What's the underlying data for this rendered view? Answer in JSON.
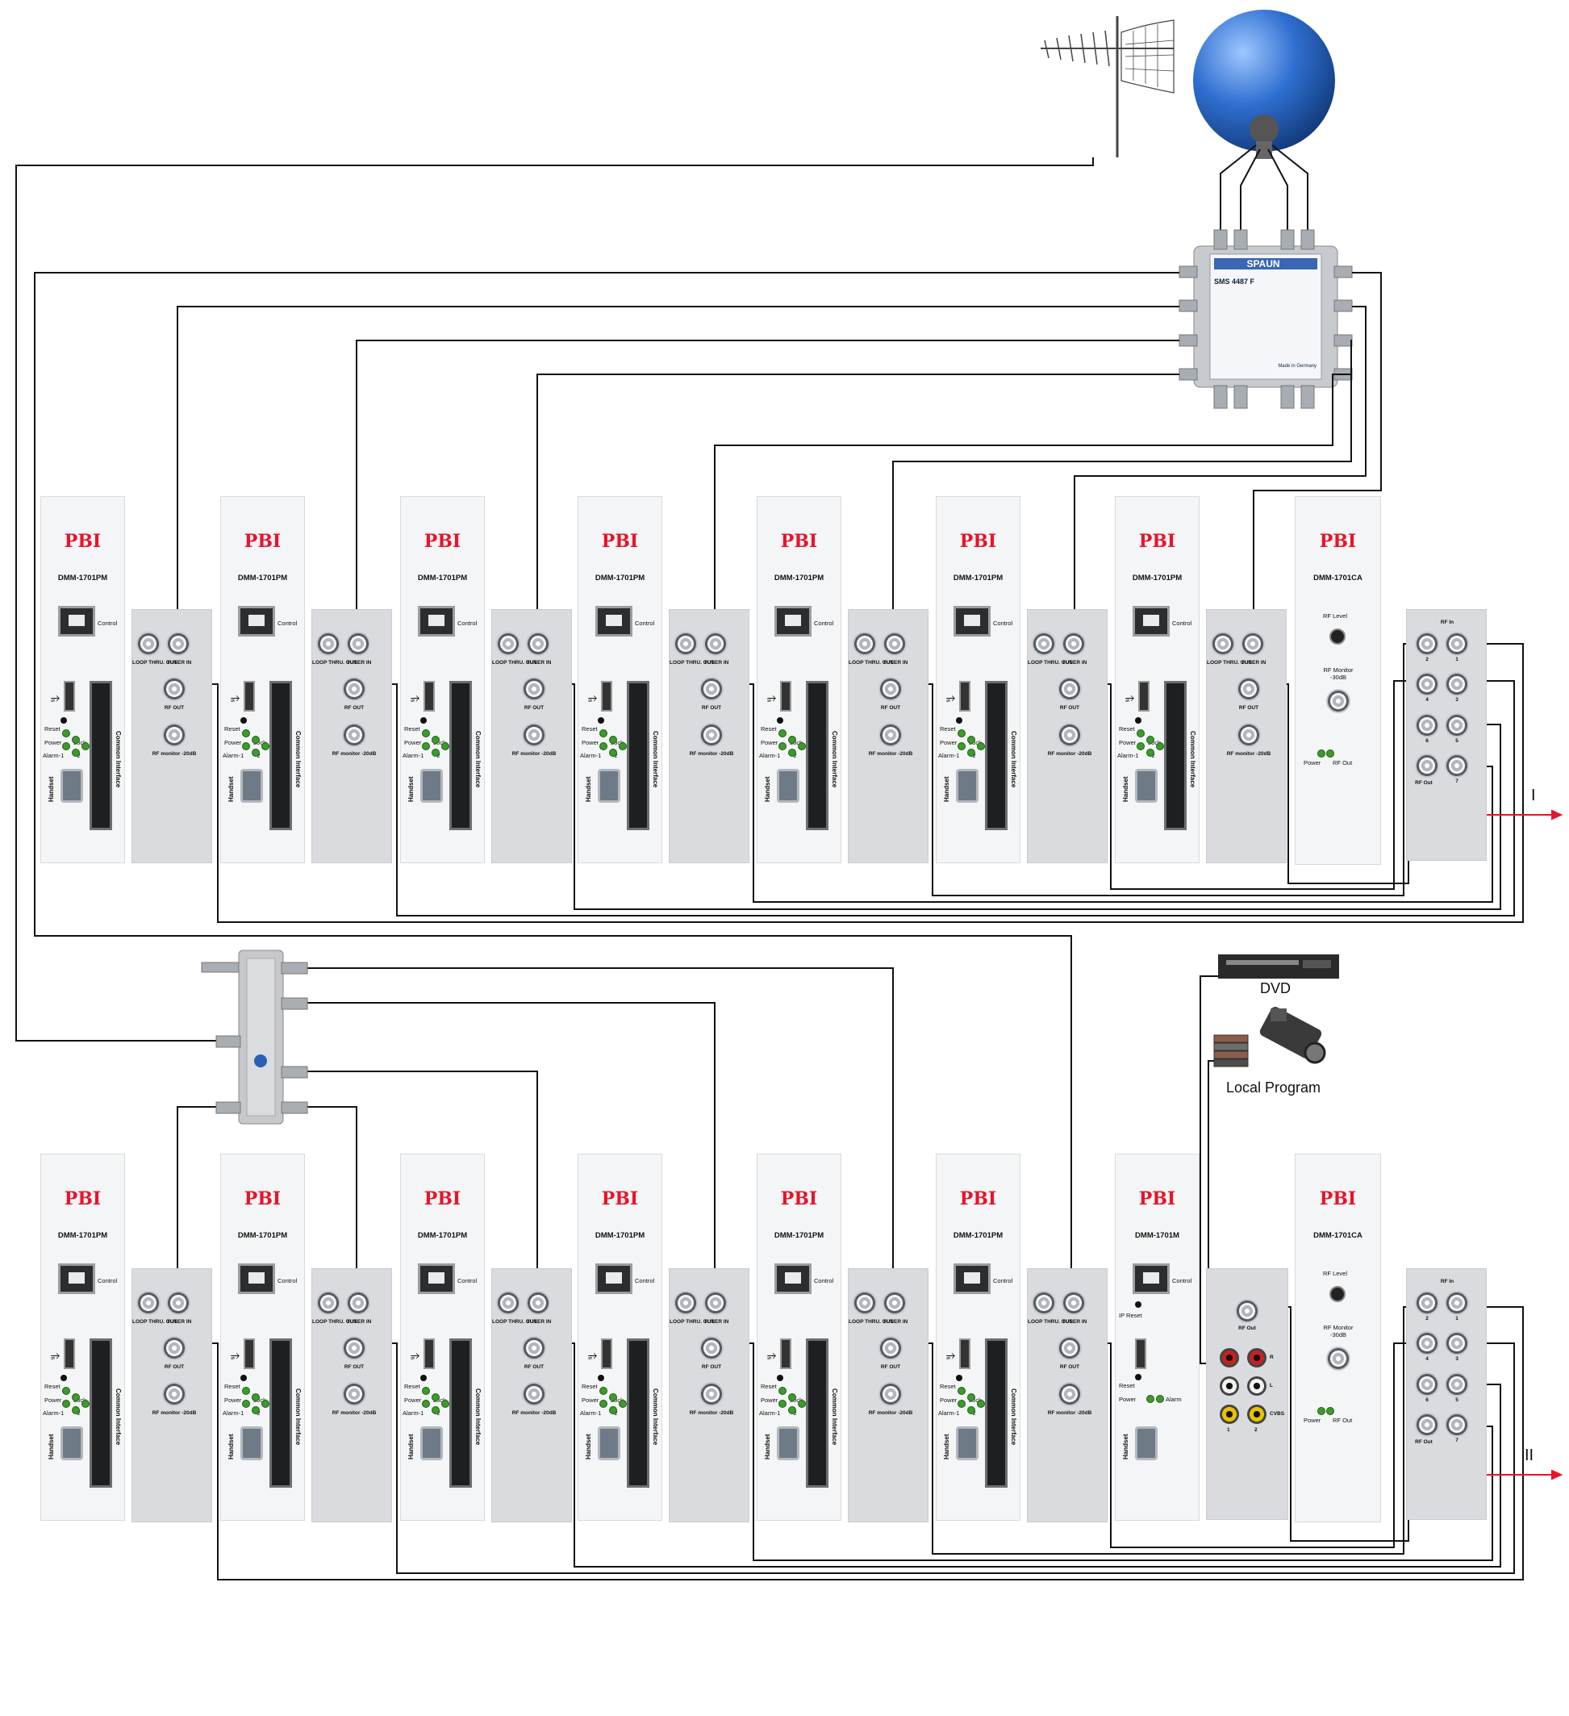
{
  "diagram": {
    "row1": {
      "modules": [
        {
          "brand": "PBI",
          "model": "DMM-1701PM",
          "control": "Control",
          "reset": "Reset",
          "power": "Power",
          "lock": "Lock",
          "alarm": "Alarm-1",
          "alarm2": "-2",
          "ci": "Common Interface",
          "handset": "Handset",
          "loop": "LOOP THRU. OUT",
          "tuner": "TUNER IN",
          "rfout": "RF OUT",
          "rfmon": "RF monitor -20dB"
        },
        {
          "brand": "PBI",
          "model": "DMM-1701PM",
          "control": "Control",
          "reset": "Reset",
          "power": "Power",
          "lock": "Lock",
          "alarm": "Alarm-1",
          "alarm2": "-2",
          "ci": "Common Interface",
          "handset": "Handset",
          "loop": "LOOP THRU. OUT",
          "tuner": "TUNER IN",
          "rfout": "RF OUT",
          "rfmon": "RF monitor -20dB"
        },
        {
          "brand": "PBI",
          "model": "DMM-1701PM",
          "control": "Control",
          "reset": "Reset",
          "power": "Power",
          "lock": "Lock",
          "alarm": "Alarm-1",
          "alarm2": "-2",
          "ci": "Common Interface",
          "handset": "Handset",
          "loop": "LOOP THRU. OUT",
          "tuner": "TUNER IN",
          "rfout": "RF OUT",
          "rfmon": "RF monitor -20dB"
        },
        {
          "brand": "PBI",
          "model": "DMM-1701PM",
          "control": "Control",
          "reset": "Reset",
          "power": "Power",
          "lock": "Lock",
          "alarm": "Alarm-1",
          "alarm2": "-2",
          "ci": "Common Interface",
          "handset": "Handset",
          "loop": "LOOP THRU. OUT",
          "tuner": "TUNER IN",
          "rfout": "RF OUT",
          "rfmon": "RF monitor -20dB"
        },
        {
          "brand": "PBI",
          "model": "DMM-1701PM",
          "control": "Control",
          "reset": "Reset",
          "power": "Power",
          "lock": "Lock",
          "alarm": "Alarm-1",
          "alarm2": "-2",
          "ci": "Common Interface",
          "handset": "Handset",
          "loop": "LOOP THRU. OUT",
          "tuner": "TUNER IN",
          "rfout": "RF OUT",
          "rfmon": "RF monitor -20dB"
        },
        {
          "brand": "PBI",
          "model": "DMM-1701PM",
          "control": "Control",
          "reset": "Reset",
          "power": "Power",
          "lock": "Lock",
          "alarm": "Alarm-1",
          "alarm2": "-2",
          "ci": "Common Interface",
          "handset": "Handset",
          "loop": "LOOP THRU. OUT",
          "tuner": "TUNER IN",
          "rfout": "RF OUT",
          "rfmon": "RF monitor -20dB"
        },
        {
          "brand": "PBI",
          "model": "DMM-1701PM",
          "control": "Control",
          "reset": "Reset",
          "power": "Power",
          "lock": "Lock",
          "alarm": "Alarm-1",
          "alarm2": "-2",
          "ci": "Common Interface",
          "handset": "Handset",
          "loop": "LOOP THRU. OUT",
          "tuner": "TUNER IN",
          "rfout": "RF OUT",
          "rfmon": "RF monitor -20dB"
        }
      ],
      "combiner": {
        "brand": "PBI",
        "model": "DMM-1701CA",
        "rf_level": "RF Level",
        "rf_monitor": "RF Monitor -30dB",
        "power": "Power",
        "rf_out_led": "RF Out",
        "rf_in": "RF In",
        "rf_out": "RF Out",
        "ports": [
          "2",
          "1",
          "4",
          "3",
          "6",
          "5",
          "",
          "7"
        ]
      },
      "output_label": "I"
    },
    "row2": {
      "modules": [
        {
          "brand": "PBI",
          "model": "DMM-1701PM",
          "control": "Control",
          "reset": "Reset",
          "power": "Power",
          "lock": "Lock",
          "alarm": "Alarm-1",
          "alarm2": "-2",
          "ci": "Common Interface",
          "handset": "Handset",
          "loop": "LOOP THRU. OUT",
          "tuner": "TUNER IN",
          "rfout": "RF OUT",
          "rfmon": "RF monitor -20dB"
        },
        {
          "brand": "PBI",
          "model": "DMM-1701PM",
          "control": "Control",
          "reset": "Reset",
          "power": "Power",
          "lock": "Lock",
          "alarm": "Alarm-1",
          "alarm2": "-2",
          "ci": "Common Interface",
          "handset": "Handset",
          "loop": "LOOP THRU. OUT",
          "tuner": "TUNER IN",
          "rfout": "RF OUT",
          "rfmon": "RF monitor -20dB"
        },
        {
          "brand": "PBI",
          "model": "DMM-1701PM",
          "control": "Control",
          "reset": "Reset",
          "power": "Power",
          "lock": "Lock",
          "alarm": "Alarm-1",
          "alarm2": "-2",
          "ci": "Common Interface",
          "handset": "Handset",
          "loop": "LOOP THRU. OUT",
          "tuner": "TUNER IN",
          "rfout": "RF OUT",
          "rfmon": "RF monitor -20dB"
        },
        {
          "brand": "PBI",
          "model": "DMM-1701PM",
          "control": "Control",
          "reset": "Reset",
          "power": "Power",
          "lock": "Lock",
          "alarm": "Alarm-1",
          "alarm2": "-2",
          "ci": "Common Interface",
          "handset": "Handset",
          "loop": "LOOP THRU. OUT",
          "tuner": "TUNER IN",
          "rfout": "RF OUT",
          "rfmon": "RF monitor -20dB"
        },
        {
          "brand": "PBI",
          "model": "DMM-1701PM",
          "control": "Control",
          "reset": "Reset",
          "power": "Power",
          "lock": "Lock",
          "alarm": "Alarm-1",
          "alarm2": "-2",
          "ci": "Common Interface",
          "handset": "Handset",
          "loop": "LOOP THRU. OUT",
          "tuner": "TUNER IN",
          "rfout": "RF OUT",
          "rfmon": "RF monitor -20dB"
        },
        {
          "brand": "PBI",
          "model": "DMM-1701PM",
          "control": "Control",
          "reset": "Reset",
          "power": "Power",
          "lock": "Lock",
          "alarm": "Alarm-1",
          "alarm2": "-2",
          "ci": "Common Interface",
          "handset": "Handset",
          "loop": "LOOP THRU. OUT",
          "tuner": "TUNER IN",
          "rfout": "RF OUT",
          "rfmon": "RF monitor -20dB"
        }
      ],
      "encoder": {
        "brand": "PBI",
        "model": "DMM-1701M",
        "control": "Control",
        "ip_reset": "IP Reset",
        "reset": "Reset",
        "power": "Power",
        "alarm": "Alarm",
        "handset": "Handset",
        "rf_out": "RF Out",
        "r": "R",
        "l": "L",
        "cvbs": "CVBS",
        "in1": "1",
        "in2": "2"
      },
      "combiner": {
        "brand": "PBI",
        "model": "DMM-1701CA",
        "rf_level": "RF Level",
        "rf_monitor": "RF Monitor -30dB",
        "power": "Power",
        "rf_out_led": "RF Out",
        "rf_in": "RF In",
        "rf_out": "RF Out",
        "ports": [
          "2",
          "1",
          "4",
          "3",
          "6",
          "5",
          "",
          "7"
        ]
      },
      "output_label": "II"
    },
    "multiswitch": {
      "brand": "SPAUN",
      "model": "SMS 4487 F",
      "made_in": "Made in Germany"
    },
    "dvd_label": "DVD",
    "local_program_label": "Local Program",
    "colors": {
      "wire": "#111111",
      "output_arrow": "#e8142a",
      "brand": "#e8142a",
      "dish": "#2f6fd0"
    }
  }
}
